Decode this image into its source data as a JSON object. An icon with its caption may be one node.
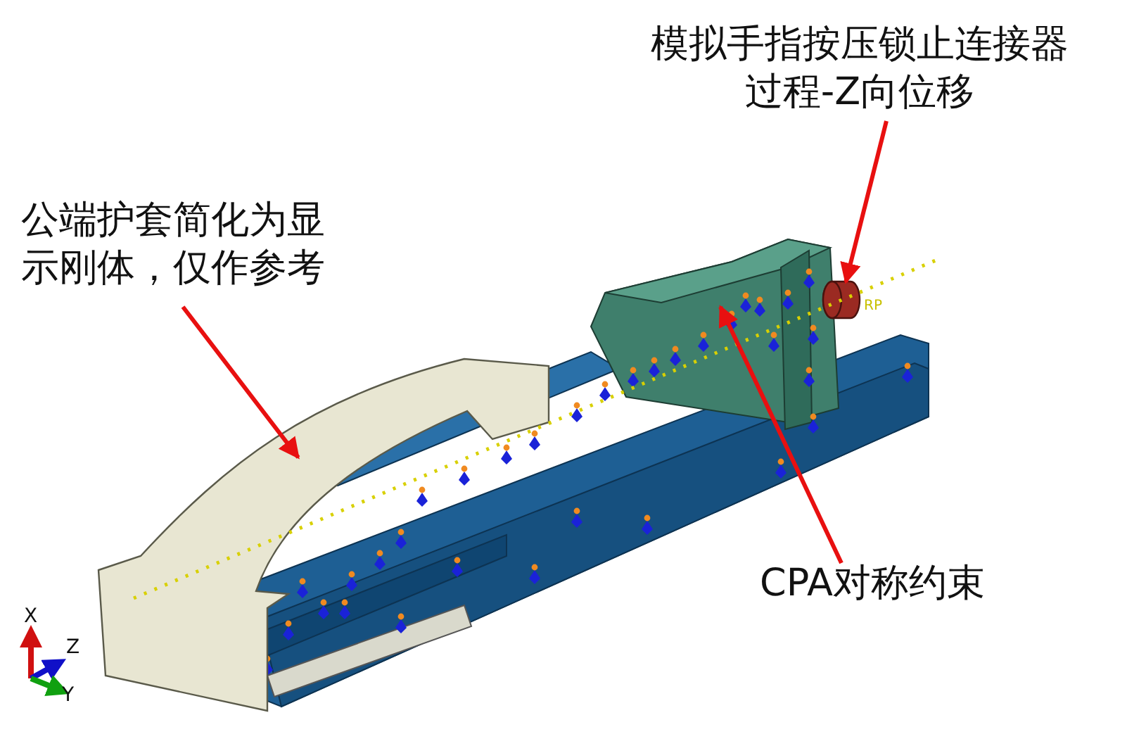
{
  "diagram": {
    "nodes": [
      {
        "text": [
          "模拟手指按压锁止连接器过程-Z向位移"
        ]
      },
      {
        "text": [
          "公端护套简化为显示刚体，仅作参考"
        ]
      },
      {
        "text": [
          "CPA对称约束"
        ]
      },
      {
        "text": [],
        "shape": "cylinder"
      },
      {
        "text": [],
        "shape": "picture"
      }
    ],
    "edges": [
      {
        "from": 0,
        "to": 3,
        "arrow": "to"
      },
      {
        "from": 1,
        "to": 4,
        "arrow": "to"
      },
      {
        "from": 2,
        "to": null,
        "arrow": "to"
      }
    ],
    "labels": [
      "RP",
      "X",
      "Z",
      "Y"
    ]
  }
}
